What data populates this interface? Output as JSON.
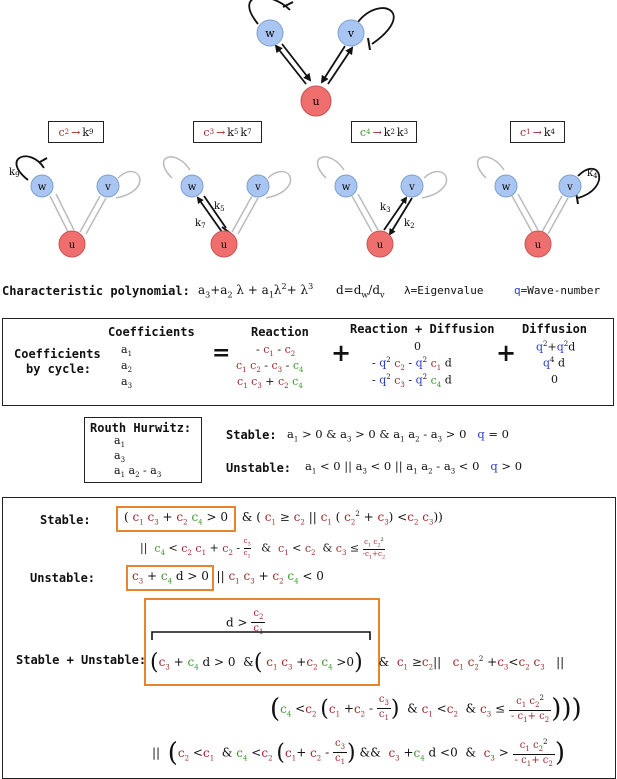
{
  "nodes": {
    "w": "w",
    "v": "v",
    "u": "u"
  },
  "colors": {
    "node_wv": "#a9c6f2",
    "node_u": "#ef6f6f",
    "highlight": "#e8842c",
    "red": "#a0282a",
    "green": "#3a9a2a",
    "blue": "#2a3ec8"
  },
  "cycles": [
    {
      "a": "c",
      "a_sub": "2",
      "arrow": "→",
      "b": "k",
      "b_sub": "9"
    },
    {
      "a": "c",
      "a_sub": "3",
      "arrow": "→",
      "b": "k",
      "b_sub": "5",
      "b2": "k",
      "b2_sub": "7"
    },
    {
      "a": "c",
      "a_sub": "4",
      "arrow": "→",
      "b": "k",
      "b_sub": "2",
      "b2": "k",
      "b2_sub": "3"
    },
    {
      "a": "c",
      "a_sub": "1",
      "arrow": "→",
      "b": "k",
      "b_sub": "4"
    }
  ],
  "edge_labels": {
    "k9": "k9",
    "k5": "k5",
    "k7": "k7",
    "k3": "k3",
    "k2": "k2",
    "k4": "k4"
  },
  "char_poly": {
    "label": "Characteristic polynomial:",
    "poly": "a3+a2 λ + a1λ2+ λ3",
    "d_def": "d=dw/dv",
    "lambda_def": "λ=Eigenvalue",
    "q_sym": "q",
    "q_def": "=Wave-number"
  },
  "coef_table": {
    "row_label_1": "Coefficients",
    "row_label_2": "by cycle:",
    "col_coef": "Coefficients",
    "col_reaction": "Reaction",
    "col_rd": "Reaction + Diffusion",
    "col_diff": "Diffusion",
    "a1": "a1",
    "a2": "a2",
    "a3": "a3",
    "eq": "=",
    "plus": "+",
    "react_1": "- c1 - c2",
    "react_2": "c1 c2 - c3 - c4",
    "react_3": "c1 c3 + c2 c4",
    "rd_1": "0",
    "rd_2": "- q2 c2 - q2 c1 d",
    "rd_3": "- q2 c3 - q2 c4 d",
    "diff_1": "q2 + q2 d",
    "diff_2": "q4 d",
    "diff_3": "0"
  },
  "routh": {
    "title": "Routh Hurwitz:",
    "items": [
      "a1",
      "a3",
      "a1 a2 - a3"
    ],
    "stable_label": "Stable:",
    "stable_cond": "a1 > 0 & a3 > 0 & a1 a2 - a3 > 0",
    "stable_q": "q = 0",
    "unstable_label": "Unstable:",
    "unstable_cond": "a1 < 0 || a3 < 0 || a1 a2 - a3 < 0",
    "unstable_q": "q > 0"
  },
  "conditions": {
    "stable_label": "Stable:",
    "unstable_label": "Unstable:",
    "su_label": "Stable + Unstable:",
    "d_gt": "d >"
  }
}
